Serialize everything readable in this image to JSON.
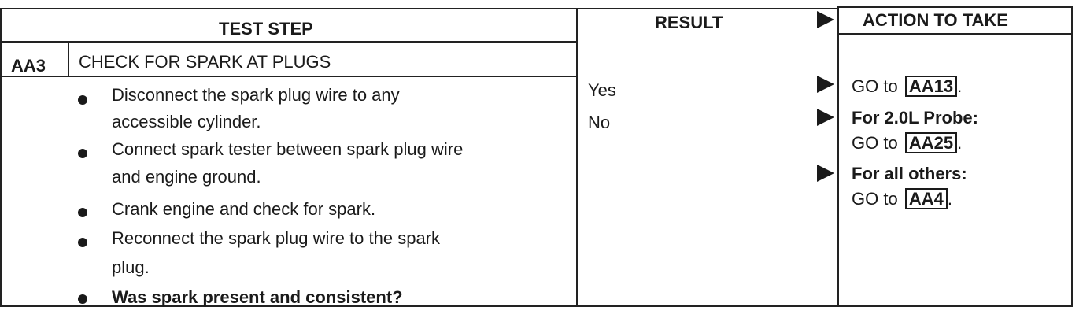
{
  "headers": {
    "test_step": "TEST STEP",
    "result": "RESULT",
    "action": "ACTION TO TAKE"
  },
  "step": {
    "id": "AA3",
    "title": "CHECK FOR SPARK AT PLUGS",
    "bullets": [
      {
        "lines": [
          "Disconnect the spark plug wire to any",
          "accessible cylinder."
        ]
      },
      {
        "lines": [
          "Connect spark tester between spark plug wire",
          "and engine ground."
        ]
      },
      {
        "lines": [
          "Crank engine and check for spark."
        ]
      },
      {
        "lines": [
          "Reconnect the spark plug wire to the spark",
          "plug."
        ]
      },
      {
        "lines": [
          "Was spark present and consistent?"
        ]
      }
    ]
  },
  "results": {
    "yes": "Yes",
    "no": "No"
  },
  "actions": {
    "yes": {
      "prefix": "GO to",
      "ref": "AA13",
      "suffix": "."
    },
    "no_probe": {
      "label": "For 2.0L Probe:",
      "prefix": "GO to",
      "ref": "AA25",
      "suffix": "."
    },
    "no_others": {
      "label": "For all others:",
      "prefix": "GO to",
      "ref": "AA4",
      "suffix": "."
    }
  }
}
